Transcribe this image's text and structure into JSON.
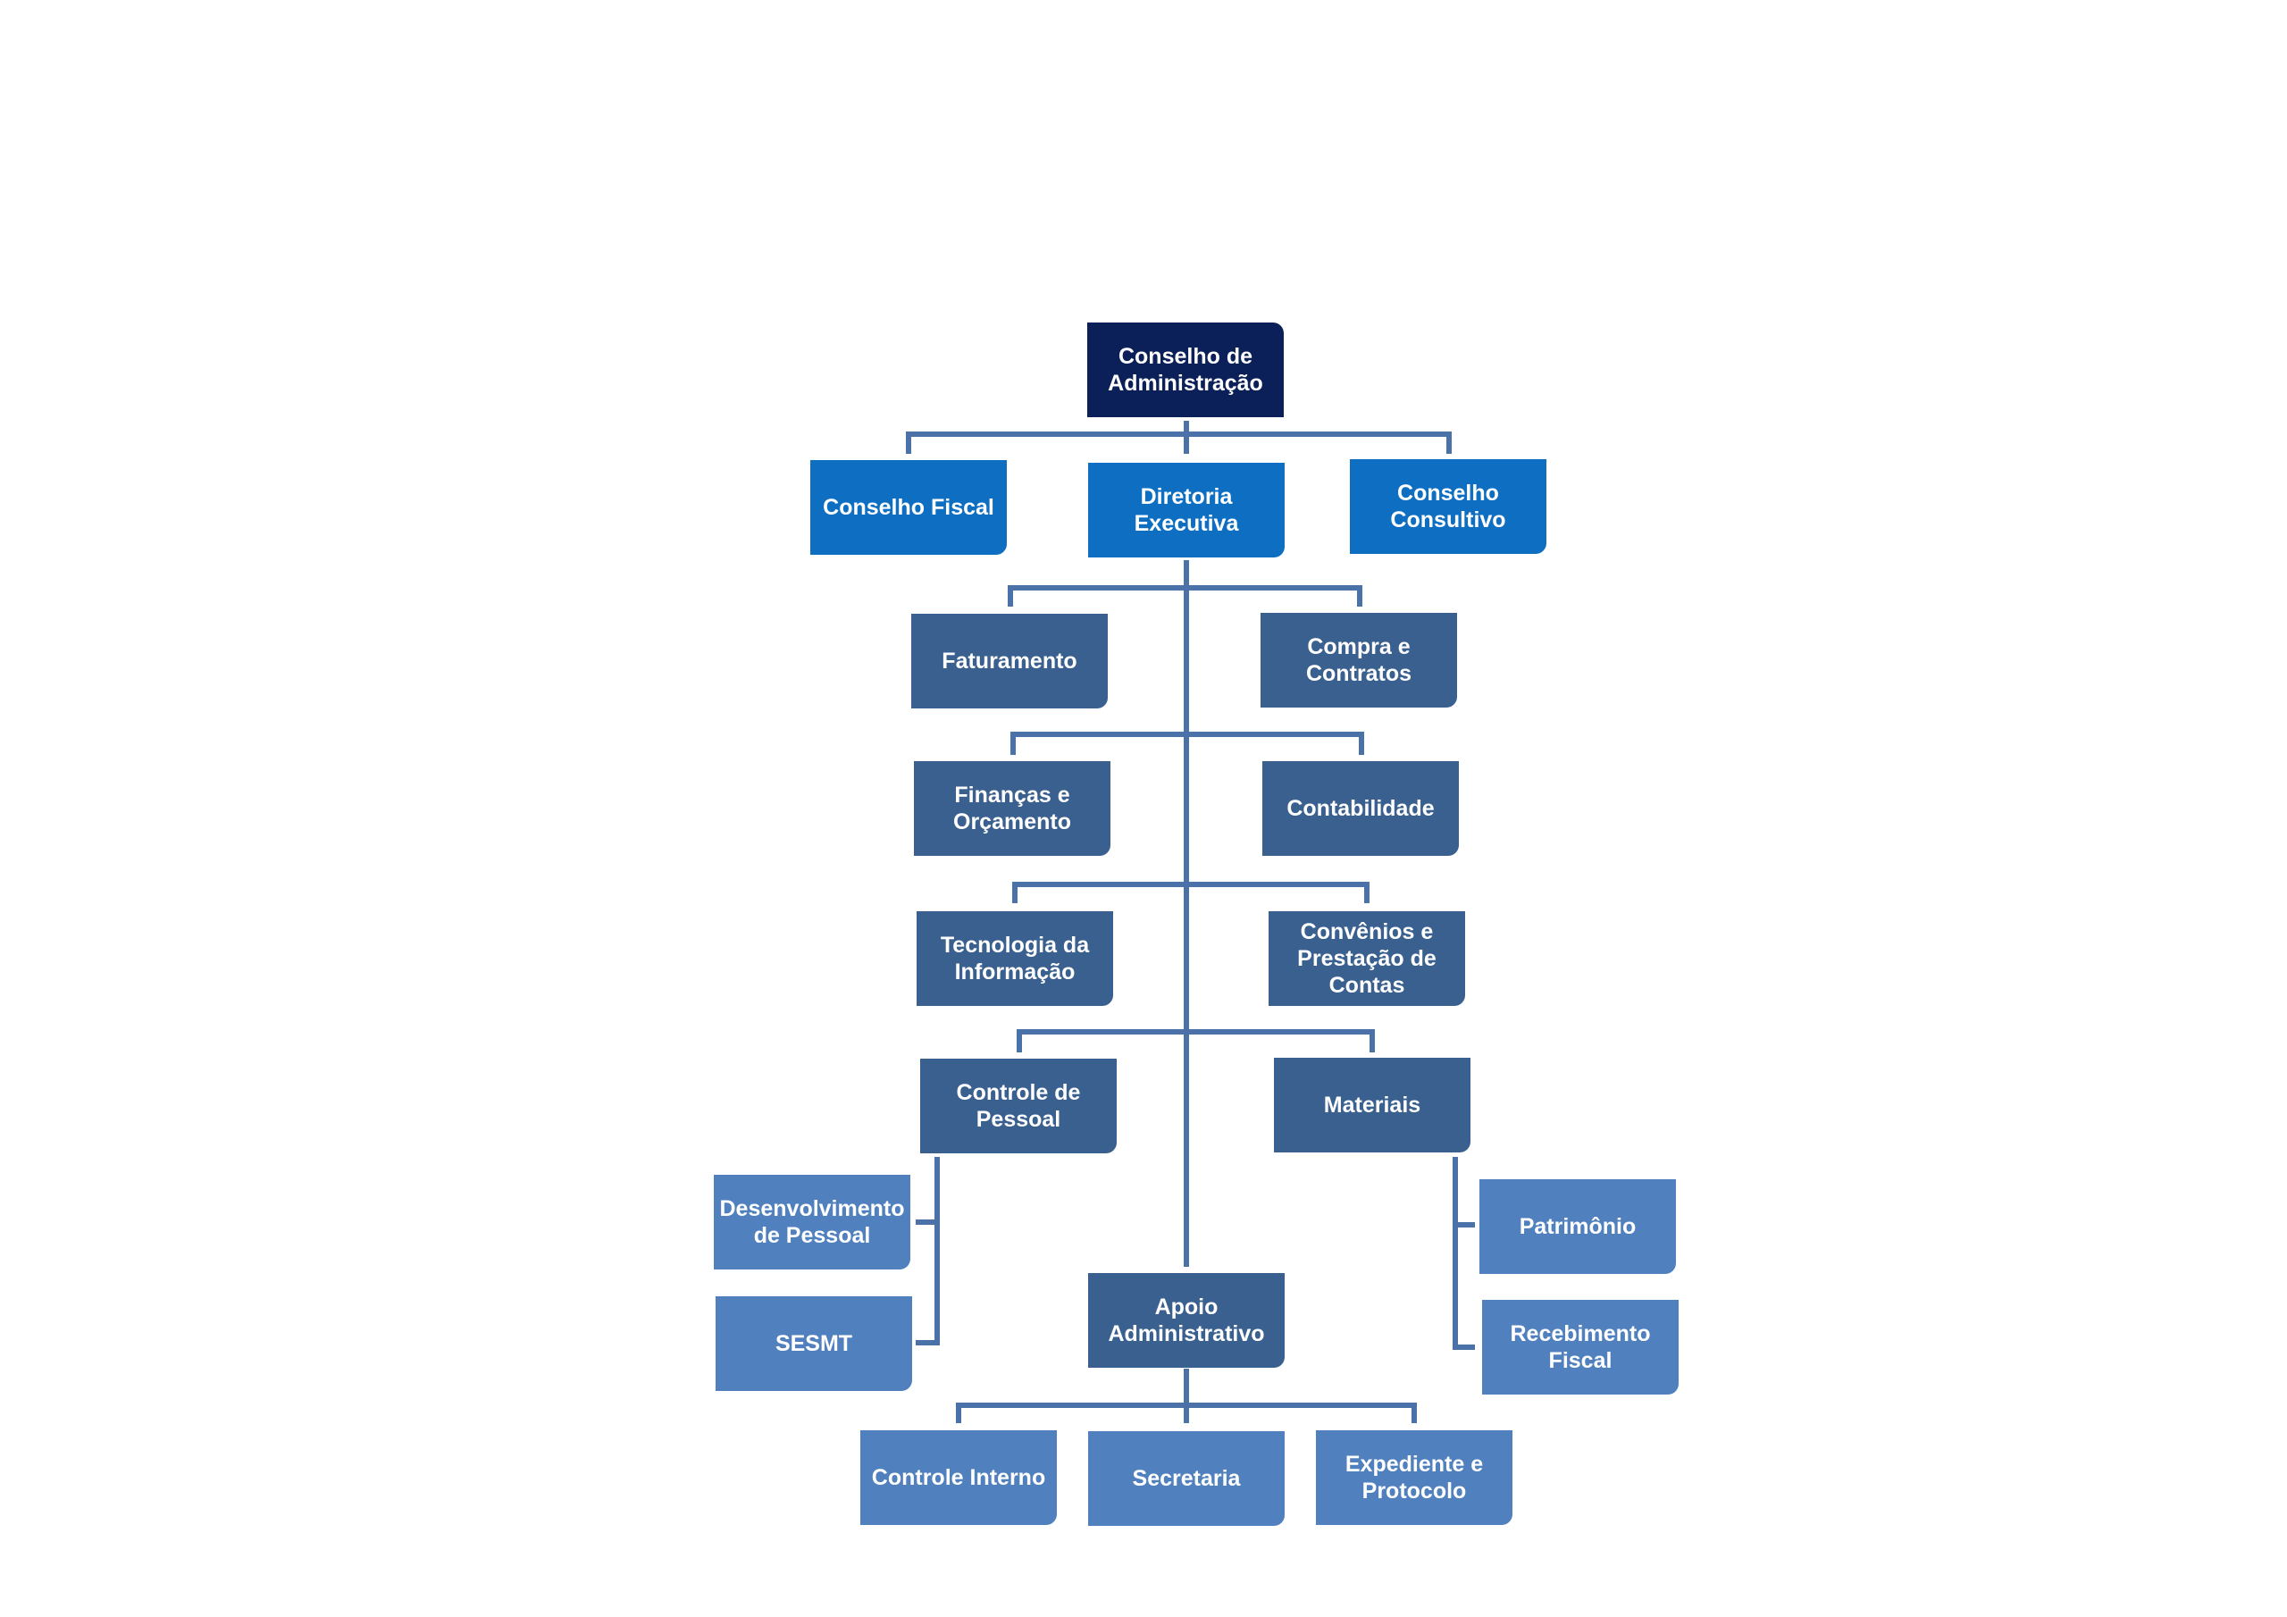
{
  "nodes": {
    "conselho_administracao": "Conselho de\nAdministração",
    "conselho_fiscal": "Conselho Fiscal",
    "diretoria_executiva": "Diretoria\nExecutiva",
    "conselho_consultivo": "Conselho\nConsultivo",
    "faturamento": "Faturamento",
    "compra_contratos": "Compra e\nContratos",
    "financas_orcamento": "Finanças e\nOrçamento",
    "contabilidade": "Contabilidade",
    "tecnologia_informacao": "Tecnologia da\nInformação",
    "convenios_prestacao": "Convênios e\nPrestação de\nContas",
    "controle_pessoal": "Controle de\nPessoal",
    "materiais": "Materiais",
    "desenvolvimento_pessoal": "Desenvolvimento\nde Pessoal",
    "sesmt": "SESMT",
    "patrimonio": "Patrimônio",
    "recebimento_fiscal": "Recebimento\nFiscal",
    "apoio_administrativo": "Apoio\nAdministrativo",
    "controle_interno": "Controle Interno",
    "secretaria": "Secretaria",
    "expediente_protocolo": "Expediente e\nProtocolo"
  },
  "colors": {
    "top": "#0b2059",
    "board": "#0e6fc2",
    "department": "#3a6090",
    "unit": "#5081be",
    "connector": "#4a72a8"
  }
}
